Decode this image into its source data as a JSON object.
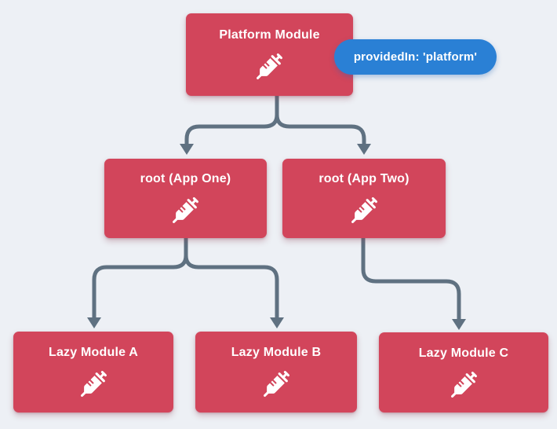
{
  "nodes": {
    "platform": {
      "label": "Platform Module",
      "icon": "syringe-icon"
    },
    "rootOne": {
      "label": "root (App One)",
      "icon": "syringe-icon"
    },
    "rootTwo": {
      "label": "root (App Two)",
      "icon": "syringe-icon"
    },
    "lazyA": {
      "label": "Lazy Module A",
      "icon": "syringe-icon"
    },
    "lazyB": {
      "label": "Lazy Module B",
      "icon": "syringe-icon"
    },
    "lazyC": {
      "label": "Lazy Module C",
      "icon": "syringe-icon"
    }
  },
  "badge": {
    "label": "providedIn: 'platform'"
  },
  "edges": [
    {
      "from": "Platform Module",
      "to": "root (App One)"
    },
    {
      "from": "Platform Module",
      "to": "root (App Two)"
    },
    {
      "from": "root (App One)",
      "to": "Lazy Module A"
    },
    {
      "from": "root (App One)",
      "to": "Lazy Module B"
    },
    {
      "from": "root (App Two)",
      "to": "Lazy Module C"
    }
  ],
  "colors": {
    "background": "#edf0f5",
    "node_fill": "#d2455b",
    "badge_fill": "#2a80d5",
    "edge_stroke": "#5f7181",
    "text": "#ffffff"
  }
}
